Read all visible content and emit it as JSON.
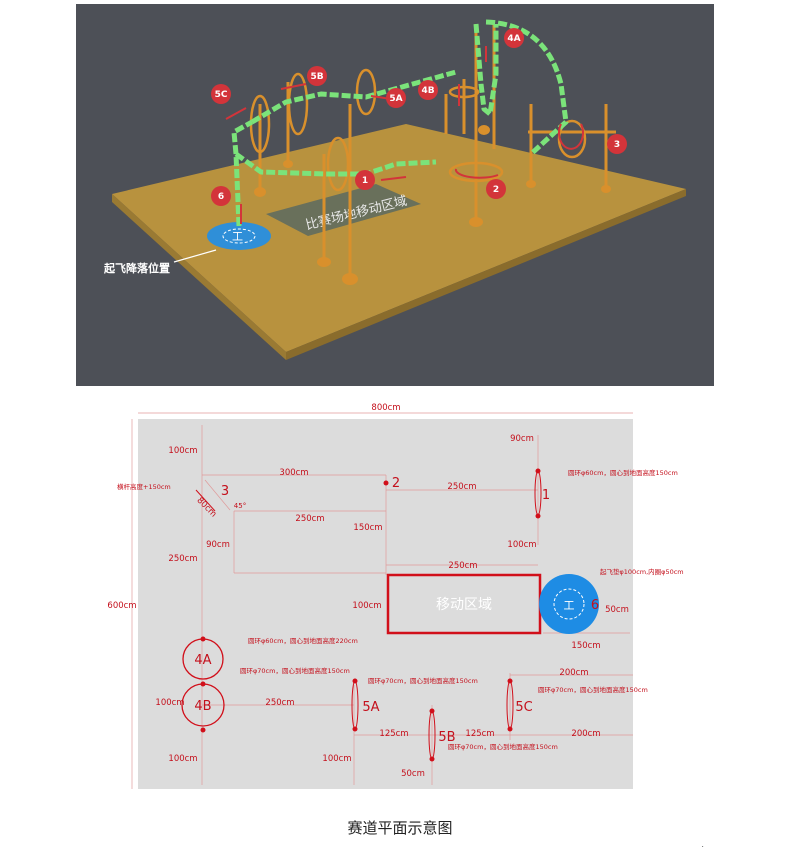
{
  "scene": {
    "floor_label": "比赛场地移动区域",
    "takeoff_label": "起飞降落位置",
    "pad_mark": "工",
    "markers": {
      "m1": "1",
      "m2": "2",
      "m3": "3",
      "m4a": "4A",
      "m4b": "4B",
      "m5a": "5A",
      "m5b": "5B",
      "m5c": "5C",
      "m6": "6"
    },
    "colors": {
      "background": "#4d5057",
      "floor": "#b8923e",
      "path": "#7be37a",
      "pole": "#d9902c",
      "marker": "#d3343a",
      "pad": "#2f8fd8"
    }
  },
  "plan": {
    "width_label": "800cm",
    "height_label": "600cm",
    "dims": {
      "left_top_100": "100cm",
      "left_250": "250cm",
      "left_100_mid": "100cm",
      "left_100_bot": "100cm",
      "top_300": "300cm",
      "mid_250": "250cm",
      "to_1_250": "250cm",
      "right_90": "90cm",
      "d_150": "150cm",
      "d_90": "90cm",
      "right_100": "100cm",
      "zone_250": "250cm",
      "zone_100": "100cm",
      "pad_50": "50cm",
      "pad_150": "150cm",
      "bottom_200a": "200cm",
      "bottom_250": "250cm",
      "bottom_125a": "125cm",
      "bottom_125b": "125cm",
      "bottom_200b": "200cm",
      "bottom_100": "100cm",
      "bottom_50": "50cm",
      "diag_80": "80cm",
      "angle_45": "45°"
    },
    "markers": {
      "m1": "1",
      "m2": "2",
      "m3": "3",
      "m4a": "4A",
      "m4b": "4B",
      "m5a": "5A",
      "m5b": "5B",
      "m5c": "5C",
      "m6": "6"
    },
    "notes": {
      "crossbar": "横杆高度+150cm",
      "ring1": "圆环φ60cm，圆心到地面高度150cm",
      "ring4a": "圆环φ60cm，圆心到地面高度220cm",
      "ring4b": "圆环φ70cm，圆心到地面高度150cm",
      "ring5a": "圆环φ70cm，圆心到地面高度150cm",
      "ring5b": "圆环φ70cm，圆心到地面高度150cm",
      "ring5c": "圆环φ70cm，圆心到地面高度150cm",
      "pad": "起飞垫φ100cm,内圈φ50cm"
    },
    "zone_label": "移动区域",
    "pad_mark": "工"
  },
  "caption": "赛道平面示意图"
}
